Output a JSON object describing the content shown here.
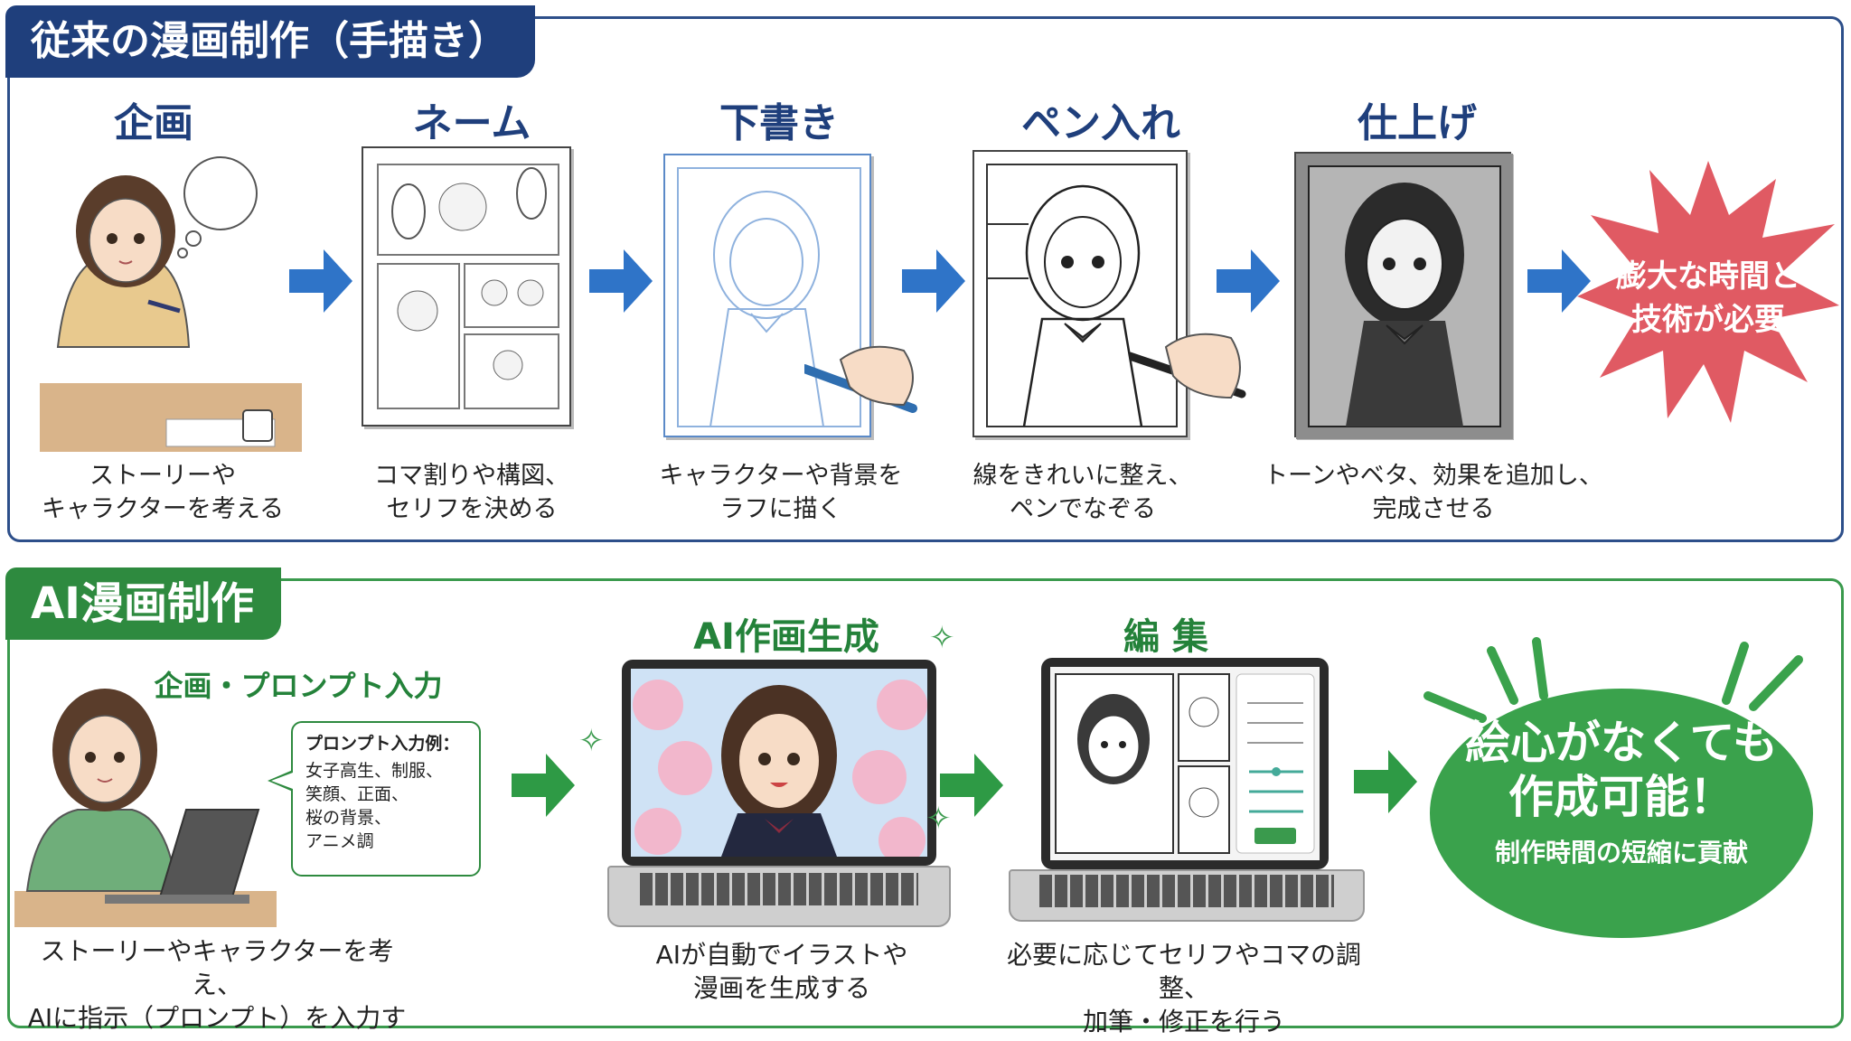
{
  "top_section": {
    "tab_label": "従来の漫画制作（手描き）",
    "steps": [
      {
        "title": "企画",
        "caption_line1": "ストーリーや",
        "caption_line2": "キャラクターを考える"
      },
      {
        "title": "ネーム",
        "caption_line1": "コマ割りや構図、",
        "caption_line2": "セリフを決める"
      },
      {
        "title": "下書き",
        "caption_line1": "キャラクターや背景を",
        "caption_line2": "ラフに描く"
      },
      {
        "title": "ペン入れ",
        "caption_line1": "線をきれいに整え、",
        "caption_line2": "ペンでなぞる"
      },
      {
        "title": "仕上げ",
        "caption_line1": "トーンやベタ、効果を追加し、",
        "caption_line2": "完成させる"
      }
    ],
    "result_line1": "膨大な時間と",
    "result_line2": "技術が必要"
  },
  "bottom_section": {
    "tab_label": "AI漫画制作",
    "steps": [
      {
        "title": "企画・プロンプト入力",
        "caption_line1": "ストーリーやキャラクターを考え、",
        "caption_line2": "AIに指示（プロンプト）を入力する"
      },
      {
        "title": "AI作画生成",
        "caption_line1": "AIが自動でイラストや",
        "caption_line2": "漫画を生成する"
      },
      {
        "title": "編 集",
        "caption_line1": "必要に応じてセリフやコマの調整、",
        "caption_line2": "加筆・修正を行う"
      }
    ],
    "prompt_example": {
      "title": "プロンプト入力例：",
      "lines": [
        "女子高生、制服、",
        "笑顔、正面、",
        "桜の背景、",
        "アニメ調"
      ]
    },
    "result_line1": "絵心がなくても",
    "result_line2": "作成可能！",
    "result_sub": "制作時間の短縮に貢献"
  },
  "colors": {
    "traditional": "#1f3f7c",
    "ai": "#2e8a3f",
    "warning": "#e05a63",
    "arrow_blue": "#2f74c8",
    "arrow_green": "#2e9a45"
  }
}
